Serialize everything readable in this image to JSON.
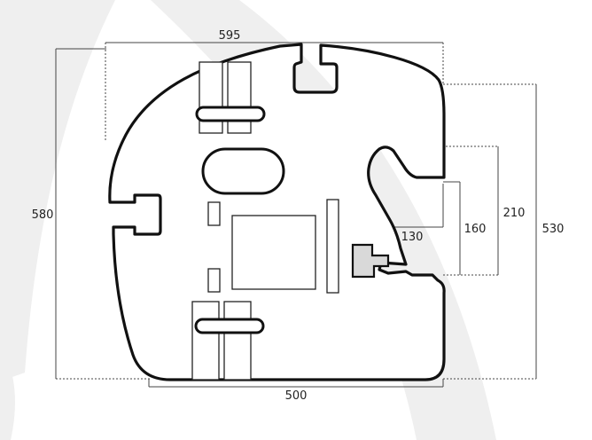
{
  "dimensions": {
    "top_width": "595",
    "bottom_width": "500",
    "left_height": "580",
    "right_height": "530",
    "notch_height": "210",
    "inner_height": "160",
    "notch_width": "130"
  },
  "colors": {
    "outline": "#111111",
    "background_swoosh": "#efefef",
    "slot_fill": "#d9d9d9"
  }
}
